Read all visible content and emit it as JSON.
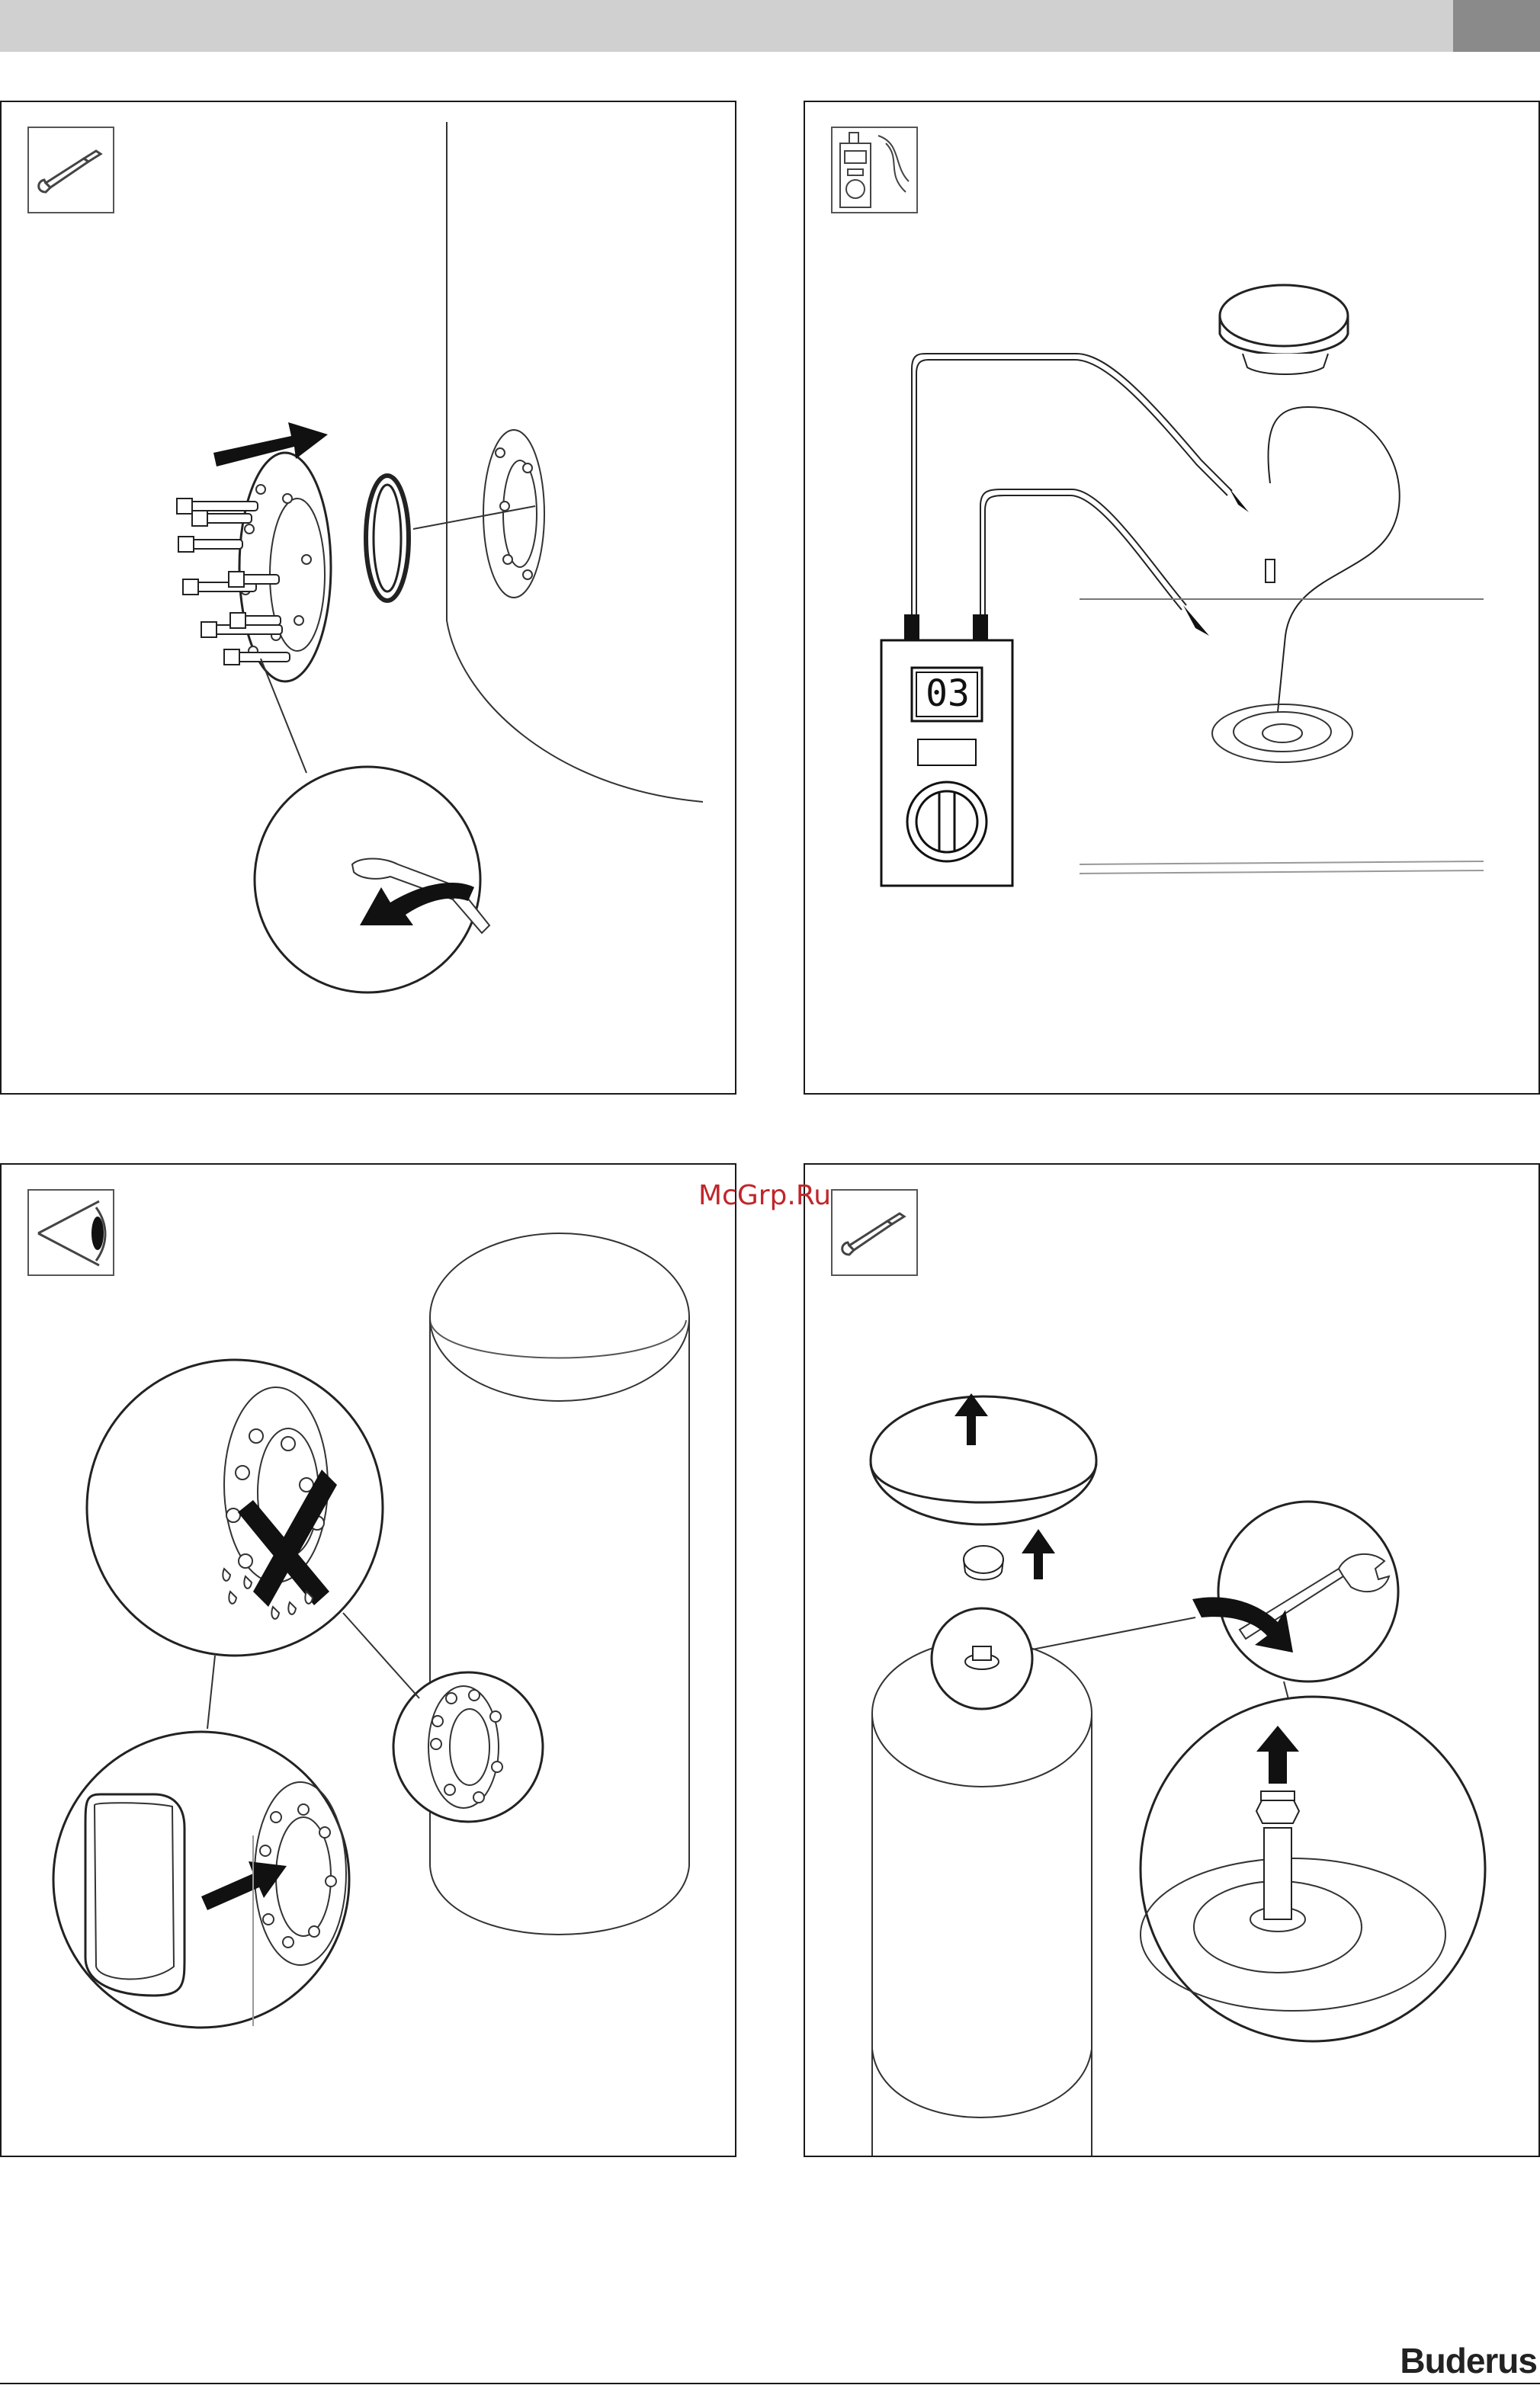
{
  "header": {
    "bar_color": "#d0d0d0",
    "tab_color": "#8a8a8a"
  },
  "panels": [
    {
      "icon": "wrench-icon",
      "step": "install-heating-flange"
    },
    {
      "icon": "multimeter-icon",
      "step": "check-anode-resistance",
      "display_value": "03"
    },
    {
      "icon": "eye-icon",
      "step": "inspect-flange-leaks"
    },
    {
      "icon": "wrench-icon",
      "step": "remove-lid-and-anode"
    }
  ],
  "watermark": "McGrp.Ru",
  "footer": {
    "brand": "Buderus"
  }
}
